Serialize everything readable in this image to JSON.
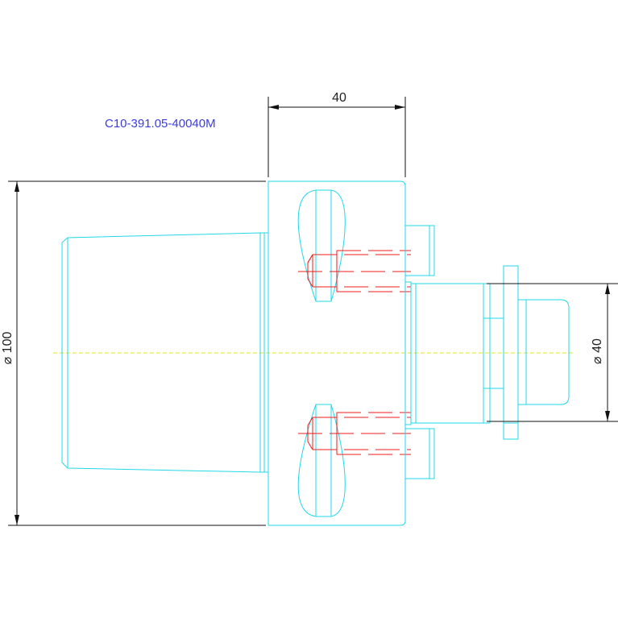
{
  "part_number": "C10-391.05-40040M",
  "dimensions": {
    "top_width": "40",
    "left_diameter": "⌀ 100",
    "right_diameter": "⌀ 40"
  },
  "colors": {
    "outline": "#22d8e8",
    "hidden_lines": "#ee1c1c",
    "centerline": "#e2e23a",
    "dimension": "#111111",
    "part_number": "#3c3cdc"
  }
}
